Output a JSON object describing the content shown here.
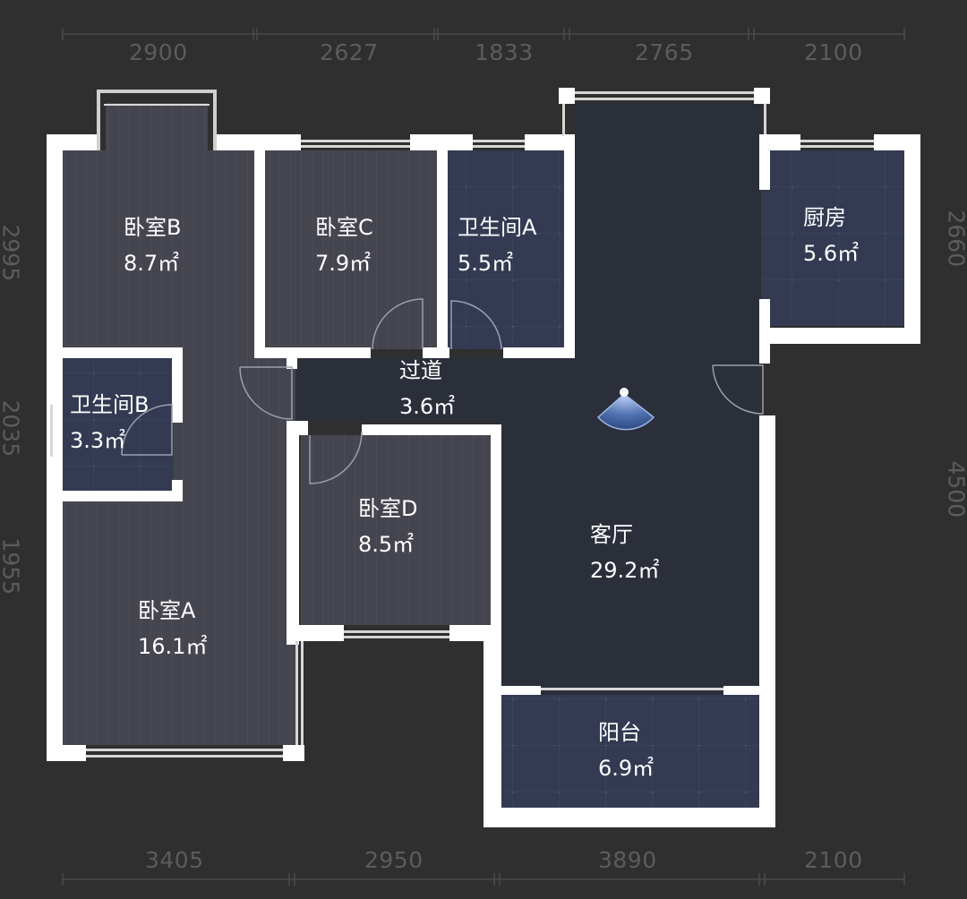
{
  "dimensions": {
    "top": [
      "2900",
      "2627",
      "1833",
      "2765",
      "2100"
    ],
    "bottom": [
      "3405",
      "2950",
      "3890",
      "2100"
    ],
    "left": [
      "2995",
      "2035",
      "1955"
    ],
    "right": [
      "2660",
      "4500"
    ]
  },
  "rooms": [
    {
      "name": "卧室B",
      "area": "8.7㎡"
    },
    {
      "name": "卧室C",
      "area": "7.9㎡"
    },
    {
      "name": "卫生间A",
      "area": "5.5㎡"
    },
    {
      "name": "厨房",
      "area": "5.6㎡"
    },
    {
      "name": "卫生间B",
      "area": "3.3㎡"
    },
    {
      "name": "过道",
      "area": "3.6㎡"
    },
    {
      "name": "卧室D",
      "area": "8.5㎡"
    },
    {
      "name": "客厅",
      "area": "29.2㎡"
    },
    {
      "name": "卧室A",
      "area": "16.1㎡"
    },
    {
      "name": "阳台",
      "area": "6.9㎡"
    }
  ],
  "colors": {
    "background": "#2f2f2f",
    "wall": "#ffffff",
    "wood_floor": "#44444f",
    "tile_floor": "#333a52",
    "living_floor": "#2b2f3a",
    "dimension_text": "#5c5c5c",
    "viewpoint": "#6a8fd0"
  },
  "viewpoint": {
    "icon": "camera-viewpoint-icon"
  }
}
